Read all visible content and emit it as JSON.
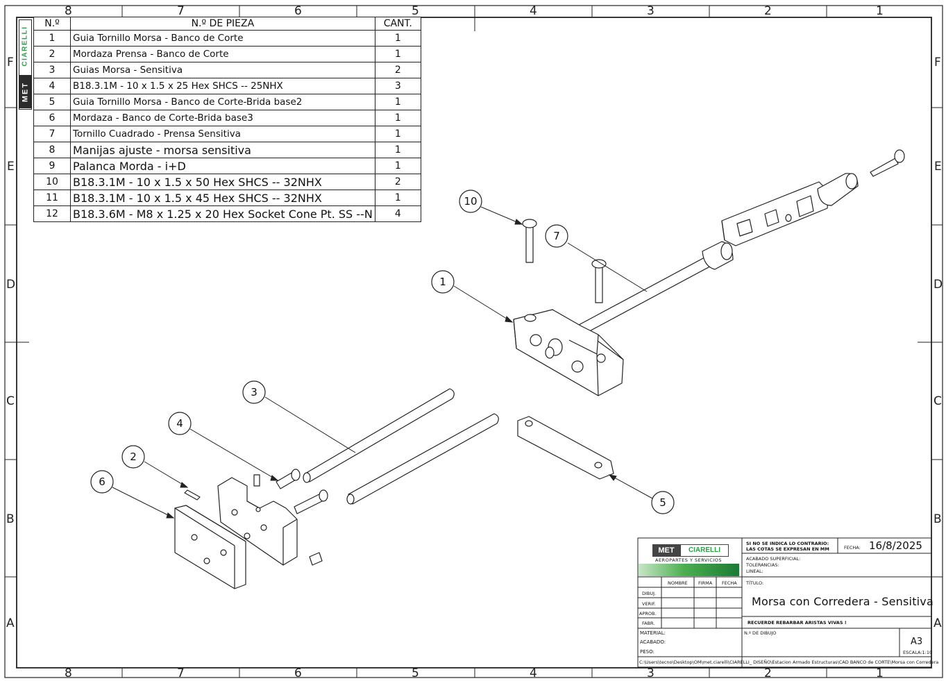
{
  "border": {
    "columns_top": [
      "8",
      "7",
      "6",
      "5",
      "4",
      "3",
      "2",
      "1"
    ],
    "columns_bottom": [
      "8",
      "7",
      "6",
      "5",
      "4",
      "3",
      "2",
      "1"
    ],
    "rows_left": [
      "F",
      "E",
      "D",
      "C",
      "B",
      "A"
    ],
    "rows_right": [
      "F",
      "E",
      "D",
      "C",
      "B",
      "A"
    ]
  },
  "side_brand": {
    "part1": "MET",
    "part2": "CIARELLI"
  },
  "bom": {
    "headers": [
      "N.º",
      "N.º DE PIEZA",
      "CANT."
    ],
    "rows": [
      {
        "n": "1",
        "name": "Guia Tornillo Morsa - Banco de Corte",
        "qty": "1"
      },
      {
        "n": "2",
        "name": "Mordaza Prensa - Banco de Corte",
        "qty": "1"
      },
      {
        "n": "3",
        "name": "Guias Morsa - Sensitiva",
        "qty": "2"
      },
      {
        "n": "4",
        "name": "B18.3.1M - 10 x 1.5 x 25 Hex SHCS -- 25NHX",
        "qty": "3"
      },
      {
        "n": "5",
        "name": "Guia Tornillo Morsa - Banco de Corte-Brida base2",
        "qty": "1"
      },
      {
        "n": "6",
        "name": "Mordaza - Banco de Corte-Brida base3",
        "qty": "1"
      },
      {
        "n": "7",
        "name": "Tornillo Cuadrado - Prensa Sensitiva",
        "qty": "1"
      },
      {
        "n": "8",
        "name": "Manijas ajuste - morsa sensitiva",
        "qty": "1"
      },
      {
        "n": "9",
        "name": "Palanca Morda - i+D",
        "qty": "1"
      },
      {
        "n": "10",
        "name": "B18.3.1M - 10 x 1.5 x 50 Hex SHCS -- 32NHX",
        "qty": "2"
      },
      {
        "n": "11",
        "name": "B18.3.1M - 10 x 1.5 x 45 Hex SHCS -- 32NHX",
        "qty": "1"
      },
      {
        "n": "12",
        "name": "B18.3.6M - M8 x 1.25 x 20 Hex Socket Cone Pt. SS --N",
        "qty": "4"
      }
    ]
  },
  "callouts": [
    "1",
    "2",
    "3",
    "4",
    "5",
    "6",
    "7",
    "10"
  ],
  "title_block": {
    "logo_part1": "MET",
    "logo_part2": "CIARELLI",
    "logo_sub": "AEROPARTES Y SERVICIOS",
    "note1": "SI NO SE INDICA LO CONTRARIO:",
    "note2": "LAS COTAS SE EXPRESAN EN MM",
    "fecha_label": "FECHA:",
    "fecha_value": "16/8/2025",
    "acabado_sup": "ACABADO SUPERFICIAL:",
    "tolerancias": "TOLERANCIAS:",
    "lineal": "LINEAL:",
    "col_nombre": "NOMBRE",
    "col_firma": "FIRMA",
    "col_fecha": "FECHA",
    "rows": [
      "DIBUJ.",
      "VERIF.",
      "APROB.",
      "FABR."
    ],
    "titulo_label": "TÍTULO:",
    "titulo_value": "Morsa con Corredera - Sensitiva",
    "recuerde": "RECUERDE REBARBAR ARISTAS VIVAS !",
    "material": "MATERIAL:",
    "acabado": "ACABADO:",
    "peso": "PESO:",
    "n_dibujo": "N.º DE DIBUJO",
    "sheet_size": "A3",
    "escala": "ESCALA:1:10",
    "path": "C:\\Users\\tecno\\Desktop\\OM\\met.ciarelli\\CIARELLI_ DISEÑO\\Estacion Armado Estructuras\\CAD BANCO de CORTE\\Morsa con Corredera"
  },
  "colors": {
    "line": "#222222",
    "brand_green": "#2e9e48",
    "brand_dark": "#2b2b2b"
  }
}
